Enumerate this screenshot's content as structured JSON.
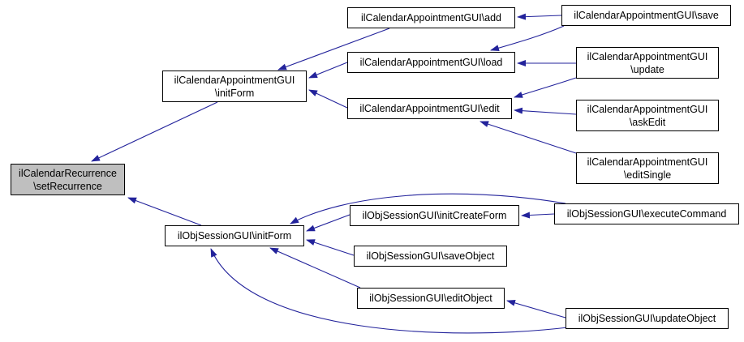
{
  "diagram": {
    "type": "caller-graph",
    "focus_node": "ilCalendarRecurrence\\setRecurrence"
  },
  "colors": {
    "background": "#ffffff",
    "node_border": "#000000",
    "node_fill": "#ffffff",
    "focus_node_fill": "#bfbfbf",
    "edge": "#23239b",
    "text": "#000000"
  },
  "nodes": {
    "setRecurrence": {
      "line1": "ilCalendarRecurrence",
      "line2": "\\setRecurrence"
    },
    "calInitForm": {
      "line1": "ilCalendarAppointmentGUI",
      "line2": "\\initForm"
    },
    "add": {
      "line1": "ilCalendarAppointmentGUI\\add"
    },
    "load": {
      "line1": "ilCalendarAppointmentGUI\\load"
    },
    "edit": {
      "line1": "ilCalendarAppointmentGUI\\edit"
    },
    "save": {
      "line1": "ilCalendarAppointmentGUI\\save"
    },
    "update": {
      "line1": "ilCalendarAppointmentGUI",
      "line2": "\\update"
    },
    "askEdit": {
      "line1": "ilCalendarAppointmentGUI",
      "line2": "\\askEdit"
    },
    "editSingle": {
      "line1": "ilCalendarAppointmentGUI",
      "line2": "\\editSingle"
    },
    "sessInitForm": {
      "line1": "ilObjSessionGUI\\initForm"
    },
    "initCreateForm": {
      "line1": "ilObjSessionGUI\\initCreateForm"
    },
    "executeCommand": {
      "line1": "ilObjSessionGUI\\executeCommand"
    },
    "saveObject": {
      "line1": "ilObjSessionGUI\\saveObject"
    },
    "editObject": {
      "line1": "ilObjSessionGUI\\editObject"
    },
    "updateObject": {
      "line1": "ilObjSessionGUI\\updateObject"
    }
  },
  "edges": [
    {
      "from": "ilCalendarAppointmentGUI\\initForm",
      "to": "ilCalendarRecurrence\\setRecurrence"
    },
    {
      "from": "ilObjSessionGUI\\initForm",
      "to": "ilCalendarRecurrence\\setRecurrence"
    },
    {
      "from": "ilCalendarAppointmentGUI\\add",
      "to": "ilCalendarAppointmentGUI\\initForm"
    },
    {
      "from": "ilCalendarAppointmentGUI\\load",
      "to": "ilCalendarAppointmentGUI\\initForm"
    },
    {
      "from": "ilCalendarAppointmentGUI\\edit",
      "to": "ilCalendarAppointmentGUI\\initForm"
    },
    {
      "from": "ilCalendarAppointmentGUI\\save",
      "to": "ilCalendarAppointmentGUI\\add"
    },
    {
      "from": "ilCalendarAppointmentGUI\\save",
      "to": "ilCalendarAppointmentGUI\\load"
    },
    {
      "from": "ilCalendarAppointmentGUI\\update",
      "to": "ilCalendarAppointmentGUI\\load"
    },
    {
      "from": "ilCalendarAppointmentGUI\\update",
      "to": "ilCalendarAppointmentGUI\\edit"
    },
    {
      "from": "ilCalendarAppointmentGUI\\askEdit",
      "to": "ilCalendarAppointmentGUI\\edit"
    },
    {
      "from": "ilCalendarAppointmentGUI\\editSingle",
      "to": "ilCalendarAppointmentGUI\\edit"
    },
    {
      "from": "ilObjSessionGUI\\initCreateForm",
      "to": "ilObjSessionGUI\\initForm"
    },
    {
      "from": "ilObjSessionGUI\\saveObject",
      "to": "ilObjSessionGUI\\initForm"
    },
    {
      "from": "ilObjSessionGUI\\editObject",
      "to": "ilObjSessionGUI\\initForm"
    },
    {
      "from": "ilObjSessionGUI\\executeCommand",
      "to": "ilObjSessionGUI\\initForm"
    },
    {
      "from": "ilObjSessionGUI\\executeCommand",
      "to": "ilObjSessionGUI\\initCreateForm"
    },
    {
      "from": "ilObjSessionGUI\\updateObject",
      "to": "ilObjSessionGUI\\editObject"
    },
    {
      "from": "ilObjSessionGUI\\updateObject",
      "to": "ilObjSessionGUI\\initForm"
    }
  ]
}
